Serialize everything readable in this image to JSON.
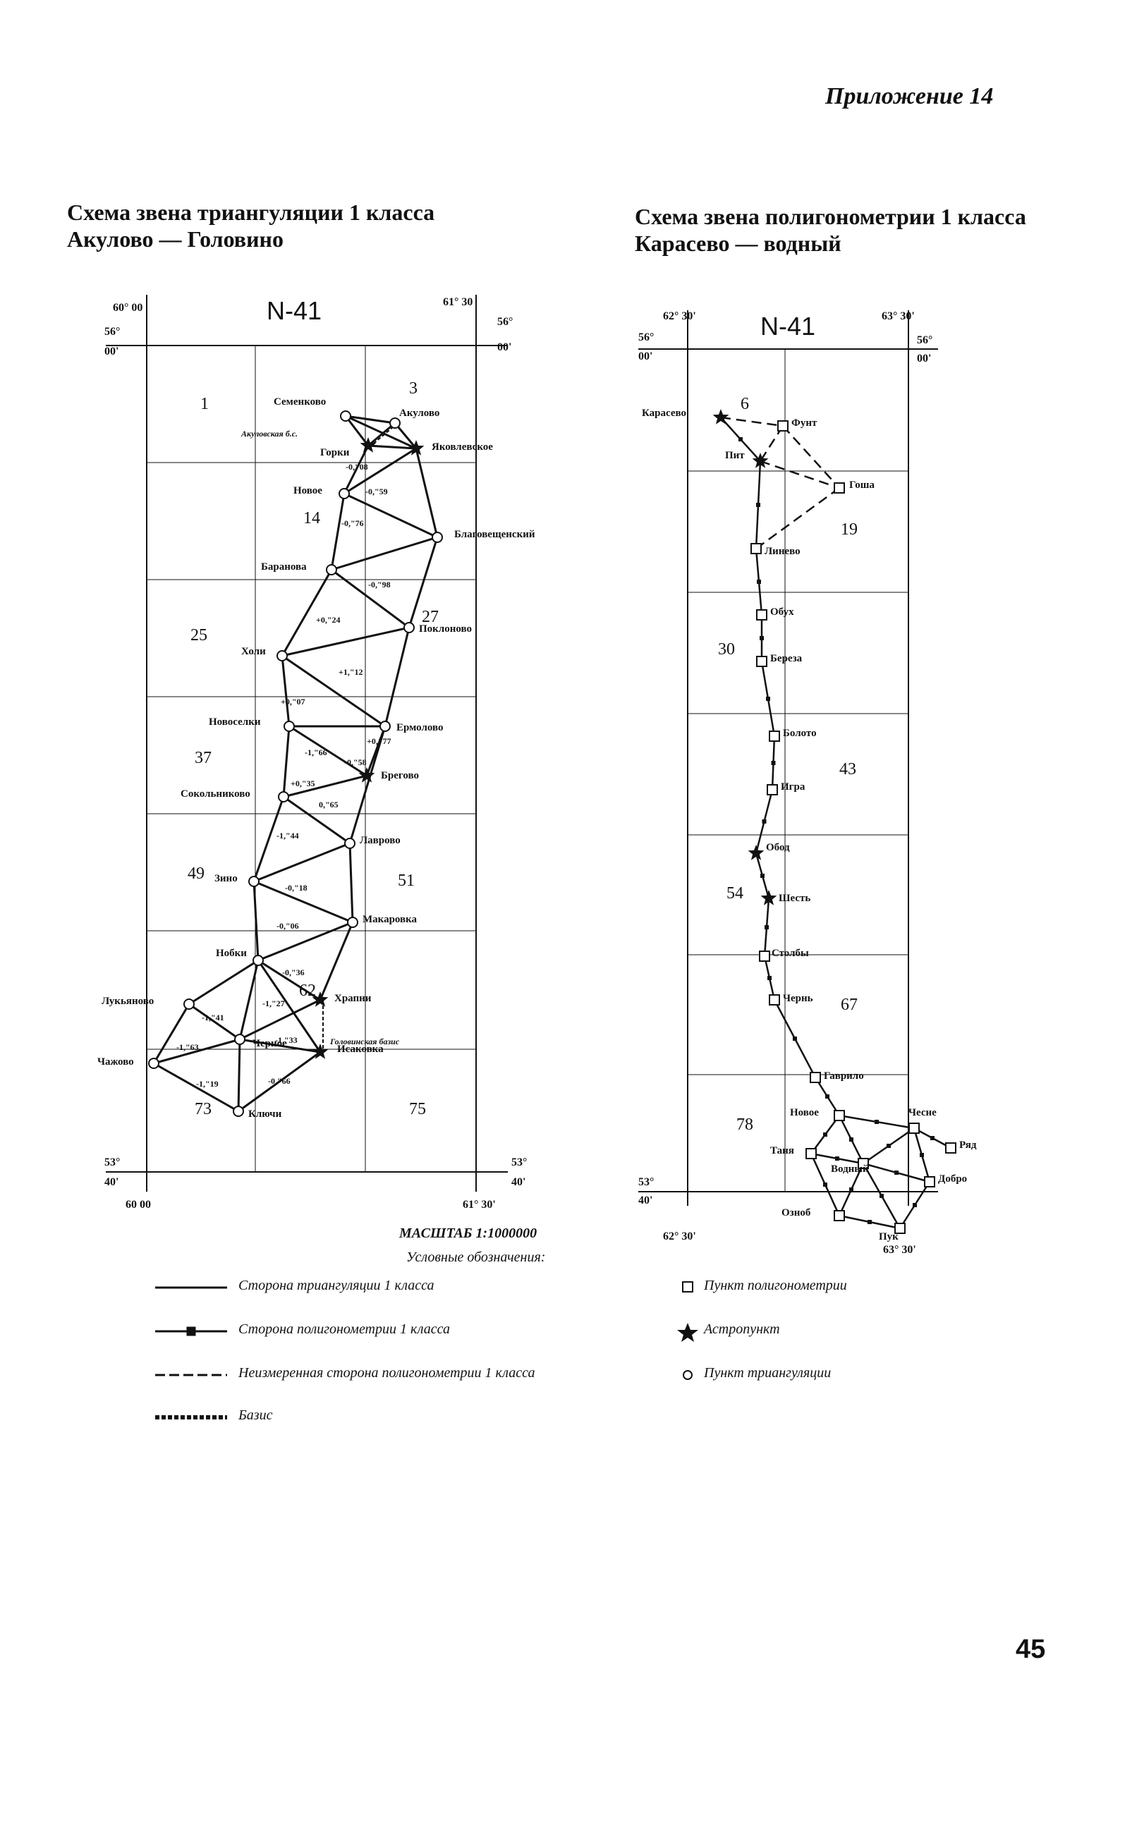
{
  "header": {
    "appendix": "Приложение 14"
  },
  "left": {
    "title": "Схема звена триангуляции 1 класса Акулово — Головино",
    "sheet": "N-41",
    "corners": {
      "tl_lon": "60° 00",
      "tr_lon": "61° 30",
      "tl_lat": "56°",
      "tl_lat2": "00'",
      "tr_lat": "56°",
      "tr_lat2": "00'",
      "bl_lat": "53°",
      "bl_lat2": "40'",
      "br_lat": "53°",
      "br_lat2": "40'",
      "bl_lon": "60 00",
      "br_lon": "61° 30'"
    },
    "cells": [
      "1",
      "3",
      "14",
      "25",
      "27",
      "37",
      "49",
      "51",
      "62",
      "73",
      "75"
    ],
    "points": [
      "Семенково",
      "Акулово",
      "Горки",
      "Яковлевское",
      "Новое",
      "Благовещенский",
      "Баранова",
      "Поклоново",
      "Холи",
      "Новоселки",
      "Ермолово",
      "Брегово",
      "Сокольниково",
      "Лаврово",
      "Зино",
      "Макаровка",
      "Нобки",
      "Храпни",
      "Лукьяново",
      "Черное",
      "Исаковка",
      "Чажово",
      "Ключи"
    ],
    "annotations": [
      "Акуловская б.с.",
      "Головинская базис"
    ],
    "misclosures": [
      "-0,\"08",
      "-0,\"59",
      "-0,\"76",
      "-0,\"98",
      "+0,\"24",
      "+1,\"12",
      "+0,\"07",
      "+0,\"77",
      "-1,\"66",
      "-0,\"58",
      "+0,\"35",
      "0,\"65",
      "-1,\"44",
      "-0,\"18",
      "-0,\"06",
      "-0,\"36",
      "-1,\"27",
      "-1,\"41",
      "-1,\"33",
      "-1,\"63",
      "-1,\"19",
      "-0,\"66"
    ]
  },
  "right": {
    "title": "Схема звена полигонометрии 1 класса Карасево — водный",
    "sheet": "N-41",
    "corners": {
      "tl_lon": "62° 30'",
      "tr_lon": "63° 30'",
      "tl_lat": "56°",
      "tl_lat2": "00'",
      "tr_lat": "56°",
      "tr_lat2": "00'",
      "bl_lat": "53°",
      "bl_lat2": "40'",
      "bl_lon": "62° 30'",
      "br_lon": "63° 30'"
    },
    "cells": [
      "6",
      "19",
      "30",
      "43",
      "54",
      "67",
      "78"
    ],
    "points": [
      "Карасево",
      "Фунт",
      "Пит",
      "Гоша",
      "Линево",
      "Обух",
      "Береза",
      "Болото",
      "Игра",
      "Обод",
      "Шесть",
      "Столбы",
      "Чернь",
      "Гаврило",
      "Новое",
      "Чесне",
      "Ряд",
      "Таня",
      "Водный",
      "Добро",
      "Озноб",
      "Пук"
    ]
  },
  "scale": {
    "label": "МАСШТАБ",
    "value": "1:1000000"
  },
  "legend": {
    "title": "Условные обозначения:",
    "items": [
      "Сторона триангуляции 1 класса",
      "Сторона полигонометрии 1 класса",
      "Неизмеренная сторона полигонометрии 1 класса",
      "Базис"
    ],
    "symbols": [
      "Пункт полигонометрии",
      "Астропункт",
      "Пункт триангуляции"
    ]
  },
  "page_number": "45"
}
